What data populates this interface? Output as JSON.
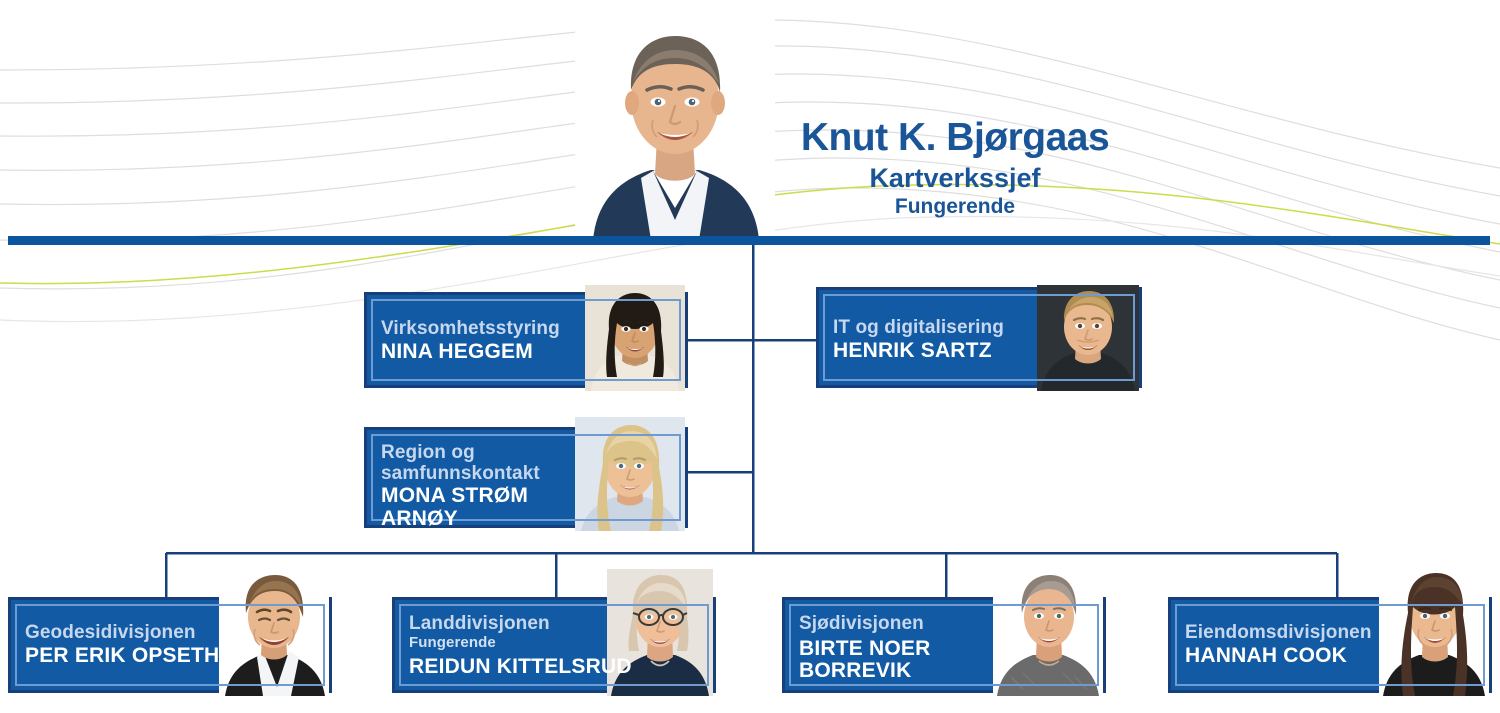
{
  "org": {
    "leader": {
      "name": "Knut K. Bjørgaas",
      "role": "Kartverkssjef",
      "sub": "Fungerende",
      "photo_alt": "portrait-knut-k-bjorgaas"
    },
    "staff_units": [
      {
        "unit": "Virksomhetsstyring",
        "unit_line2": "",
        "sub": "",
        "name": "NINA HEGGEM",
        "name_line2": "",
        "photo_alt": "portrait-nina-heggem"
      },
      {
        "unit": "IT og digitalisering",
        "unit_line2": "",
        "sub": "",
        "name": "HENRIK SARTZ",
        "name_line2": "",
        "photo_alt": "portrait-henrik-sartz"
      },
      {
        "unit": "Region og",
        "unit_line2": "samfunnskontakt",
        "sub": "",
        "name": "MONA STRØM",
        "name_line2": "ARNØY",
        "photo_alt": "portrait-mona-strom-arnoy"
      }
    ],
    "divisions": [
      {
        "unit": "Geodesidivisjonen",
        "sub": "",
        "name": "PER ERIK OPSETH",
        "name_line2": "",
        "photo_alt": "portrait-per-erik-opseth"
      },
      {
        "unit": "Landdivisjonen",
        "sub": "Fungerende",
        "name": "REIDUN KITTELSRUD",
        "name_line2": "",
        "photo_alt": "portrait-reidun-kittelsrud"
      },
      {
        "unit": "Sjødivisjonen",
        "sub": "",
        "name": "BIRTE NOER",
        "name_line2": "BORREVIK",
        "photo_alt": "portrait-birte-noer-borrevik"
      },
      {
        "unit": "Eiendomsdivisjonen",
        "sub": "",
        "name": "HANNAH COOK",
        "name_line2": "",
        "photo_alt": "portrait-hannah-cook"
      }
    ],
    "colors": {
      "brand_blue": "#0b549e",
      "box_fill": "#125ba4",
      "box_border": "#17407a",
      "box_inner_frame": "#6f9bd1",
      "heading_blue": "#1a5598",
      "unit_label": "#c6d7ee",
      "name_white": "#ffffff",
      "accent_lime": "#cddc4a",
      "wave_gray": "#dcdcdc"
    }
  }
}
